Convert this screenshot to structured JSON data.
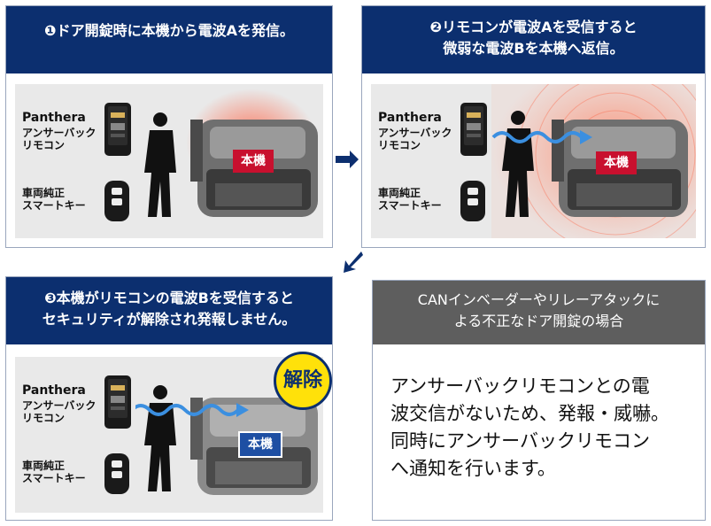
{
  "panels": [
    {
      "title_lines": [
        "❶ドア開錠時に本機から電波Aを発信。"
      ],
      "labels": {
        "product": "Panthera",
        "product_sub": "アンサーバック\nリモコン",
        "key": "車両純正\nスマートキー",
        "unit": "本機"
      }
    },
    {
      "title_lines": [
        "❷リモコンが電波Aを受信すると",
        "微弱な電波Bを本機へ返信。"
      ],
      "labels": {
        "product": "Panthera",
        "product_sub": "アンサーバック\nリモコン",
        "key": "車両純正\nスマートキー",
        "unit": "本機"
      }
    },
    {
      "title_lines": [
        "❸本機がリモコンの電波Bを受信すると",
        "セキュリティが解除され発報しません。"
      ],
      "labels": {
        "product": "Panthera",
        "product_sub": "アンサーバック\nリモコン",
        "key": "車両純正\nスマートキー",
        "unit": "本機"
      },
      "badge": "解除"
    },
    {
      "title_lines": [
        "CANインベーダーやリレーアタックに",
        "よる不正なドア開錠の場合"
      ],
      "body_lines": [
        "アンサーバックリモコンとの電",
        "波交信がないため、発報・威嚇。",
        "同時にアンサーバックリモコン",
        "へ通知を行います。"
      ]
    }
  ],
  "colors": {
    "header_blue": "#0c2f6f",
    "header_gray": "#5e5e5e",
    "unit_red": "#c8102e",
    "unit_blue": "#1e4fa3",
    "badge_yellow": "#ffe10a",
    "wave_blue": "#3b8fe0"
  },
  "icons": [
    "arrow-right-icon",
    "arrow-down-left-icon",
    "remote-icon",
    "smart-key-icon",
    "person-icon",
    "car-icon",
    "wave-icon",
    "radio-ring-icon"
  ]
}
